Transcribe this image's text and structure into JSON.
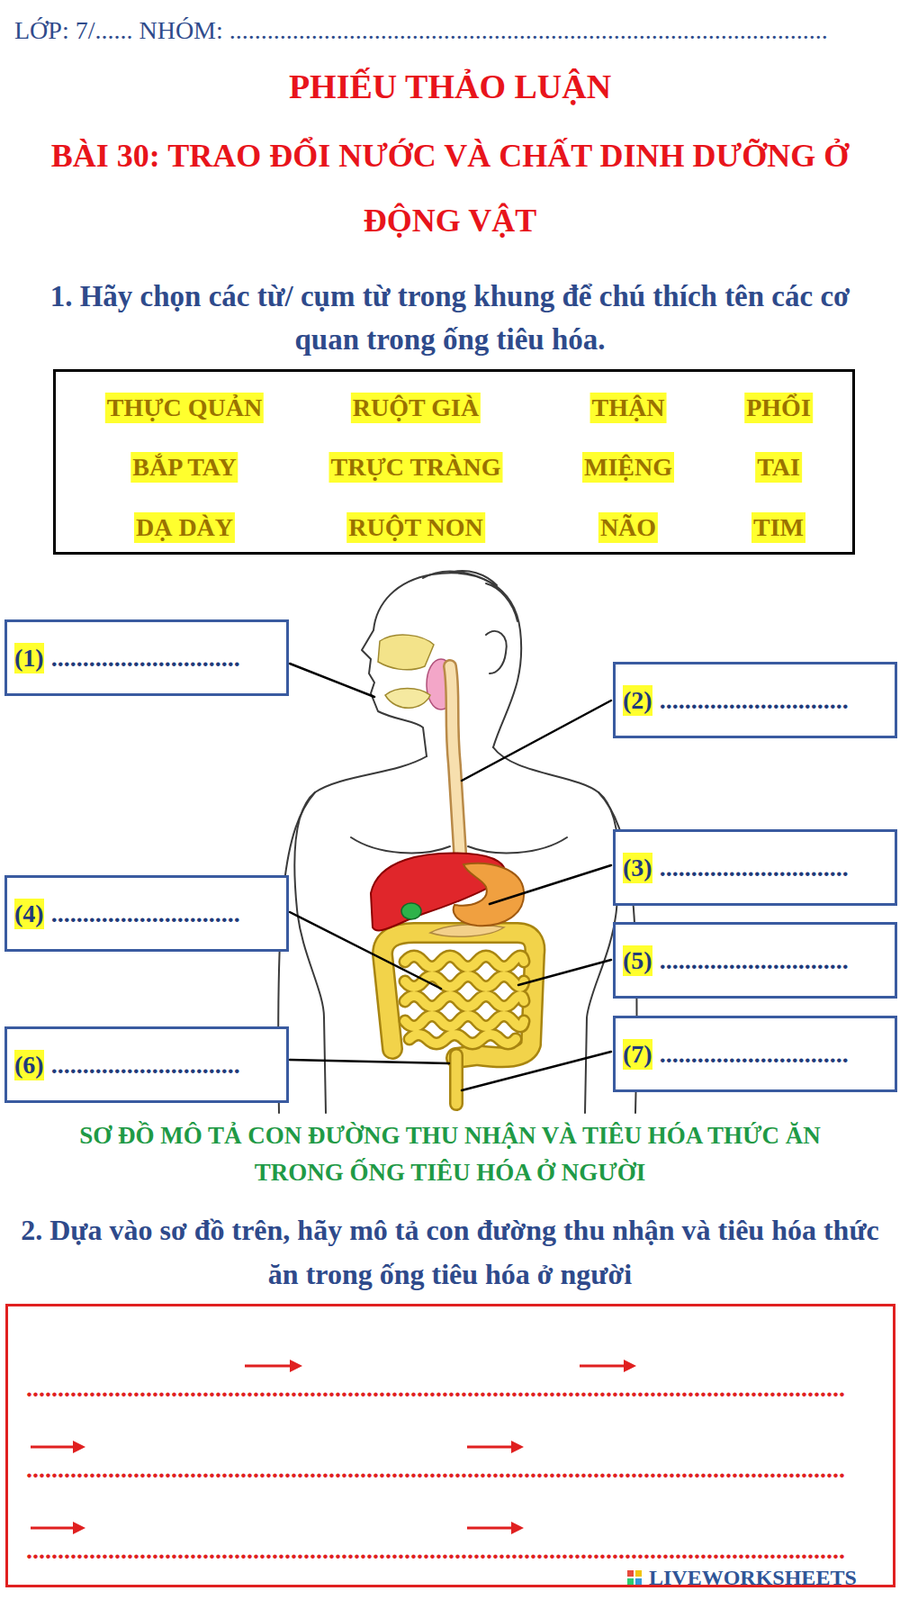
{
  "diagram": {
    "title": "PHIẾU THẢO LUẬN",
    "caption": "SƠ ĐỒ MÔ TẢ CON ĐƯỜNG THU NHẬN VÀ TIÊU HÓA THỨC ĂN TRONG ỐNG TIÊU HÓA Ở NGƯỜI",
    "nodes": [
      {
        "text": [
          "THỰC QUẢN",
          "RUỘT GIÀ",
          "THẬN",
          "PHỔI",
          "BẮP TAY",
          "TRỰC TRÀNG",
          "MIỆNG",
          "TAI",
          "DẠ DÀY",
          "RUỘT NON",
          "NÃO",
          "TIM"
        ]
      },
      {
        "text": [
          "(1)",
          ".............................."
        ]
      },
      {
        "text": [
          "(2)",
          ".............................."
        ]
      },
      {
        "text": [
          "(3)",
          ".............................."
        ]
      },
      {
        "text": [
          "(4)",
          ".............................."
        ]
      },
      {
        "text": [
          "(5)",
          ".............................."
        ]
      },
      {
        "text": [
          "(6)",
          ".............................."
        ]
      },
      {
        "text": [
          "(7)",
          ".............................."
        ]
      },
      {
        "text": [
          "..................................................................................................................................",
          "..................................................................................................................................",
          ".................................................................................................................................."
        ]
      }
    ],
    "labels": [
      "LỚP: 7/...... NHÓM: ...............................................................................................",
      "BÀI 30: TRAO ĐỔI NƯỚC VÀ CHẤT DINH DƯỠNG Ở ĐỘNG VẬT",
      "1. Hãy chọn các từ/ cụm từ trong khung để chú thích tên các cơ quan trong ống tiêu hóa.",
      "2. Dựa vào sơ đồ trên, hãy mô tả con đường thu nhận và tiêu hóa thức ăn trong ống tiêu hóa ở người",
      "LIVEWORKSHEETS"
    ]
  }
}
